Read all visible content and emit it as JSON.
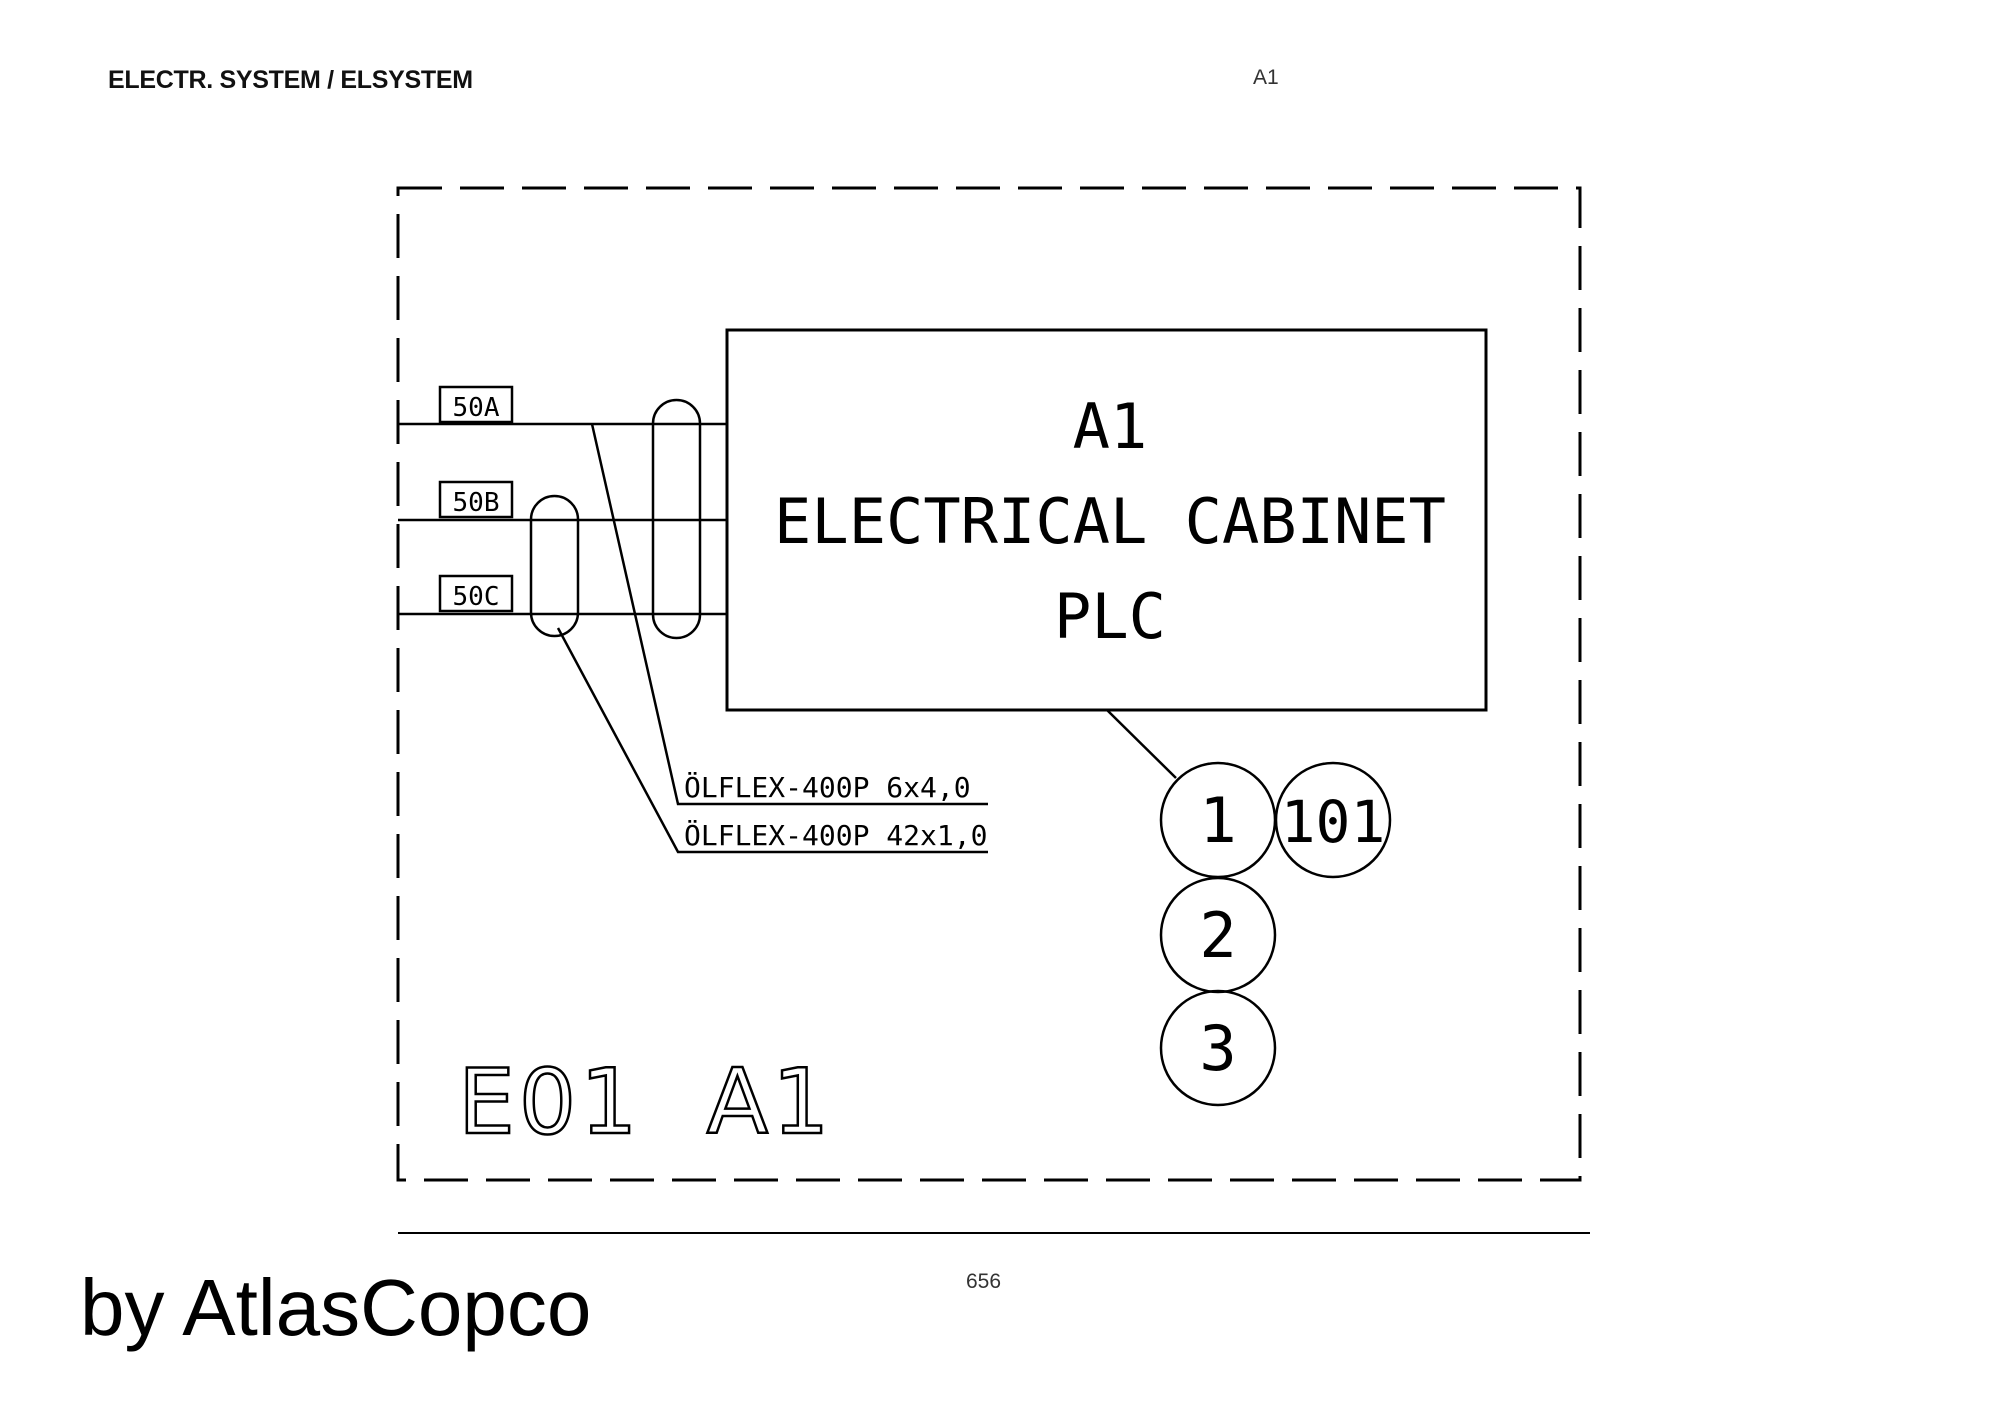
{
  "header": {
    "title": "ELECTR. SYSTEM / ELSYSTEM",
    "reference": "A1"
  },
  "diagram": {
    "cabinet": {
      "line1": "A1",
      "line2": "ELECTRICAL CABINET",
      "line3": "PLC"
    },
    "terminals": [
      "50A",
      "50B",
      "50C"
    ],
    "cables": [
      "ÖLFLEX-400P 6x4,0",
      "ÖLFLEX-400P 42x1,0"
    ],
    "markers": [
      "1",
      "101",
      "2",
      "3"
    ],
    "frame_label": "E01  A1"
  },
  "footer": {
    "page_number": "656",
    "publisher": "by AtlasCopco"
  }
}
